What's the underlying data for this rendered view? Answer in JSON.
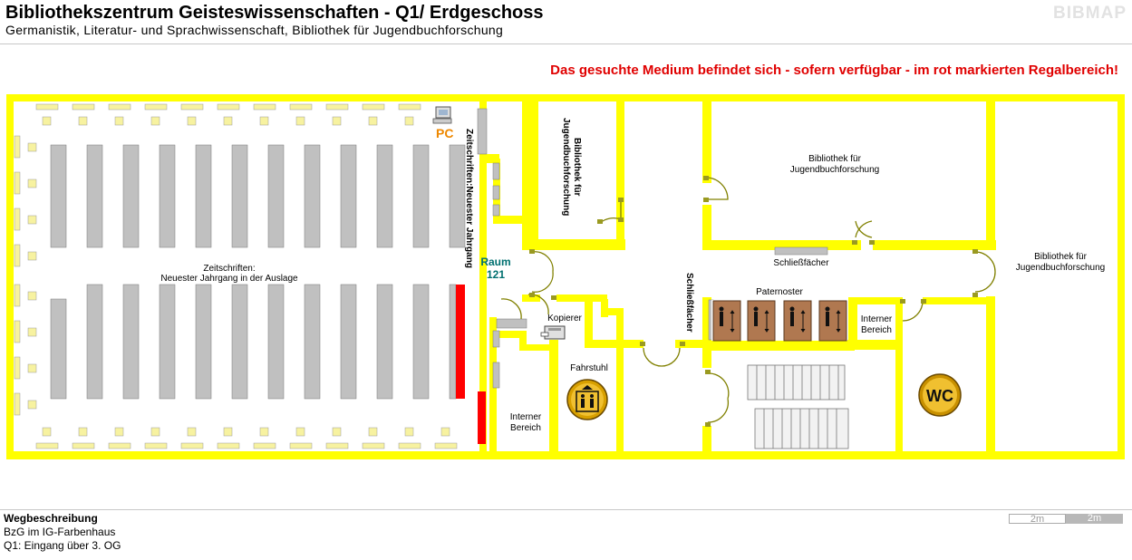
{
  "header": {
    "title": "Bibliothekszentrum Geisteswissenschaften - Q1/ Erdgeschoss",
    "subtitle": "Germanistik, Literatur- und Sprachwissenschaft, Bibliothek für Jugendbuchforschung",
    "brand": "BIBMAP"
  },
  "notice": "Das gesuchte Medium befindet sich - sofern verfügbar -  im rot markierten Regalbereich!",
  "map_labels": {
    "pc": "PC",
    "zeitschriften_vertical": "Zeitschriften:Neuester Jahrgang",
    "raum_line1": "Raum",
    "raum_line2": "121",
    "reading_line1": "Zeitschriften:",
    "reading_line2": "Neuester Jahrgang in der Auslage",
    "bib_vertical_line1": "Bibliothek für",
    "bib_vertical_line2": "Jugendbuchforschung",
    "bib_large_line1": "Bibliothek für",
    "bib_large_line2": "Jugendbuchforschung",
    "bib_right_line1": "Bibliothek für",
    "bib_right_line2": "Jugendbuchforschung",
    "schliessfaecher": "Schließfächer",
    "schliessfaecher_vertical": "Schließfächer",
    "paternoster": "Paternoster",
    "kopierer": "Kopierer",
    "fahrstuhl": "Fahrstuhl",
    "interner1_line1": "Interner",
    "interner1_line2": "Bereich",
    "interner2_line1": "Interner",
    "interner2_line2": "Bereich",
    "wc": "WC"
  },
  "directions": {
    "heading": "Wegbeschreibung",
    "line1": "BzG im IG-Farbenhaus",
    "line2": "Q1: Eingang über 3. OG"
  },
  "scale": {
    "left": "2m",
    "right": "2m"
  },
  "colors": {
    "wall": "#ffff00",
    "highlight": "#ff0000",
    "shelf": "#c0c0c0",
    "door": "#808000",
    "paternoster": "#b07850"
  },
  "icons": [
    "computer-icon",
    "copier-icon",
    "elevator-icon",
    "paternoster-icon",
    "wc-icon",
    "stairs-icon"
  ]
}
